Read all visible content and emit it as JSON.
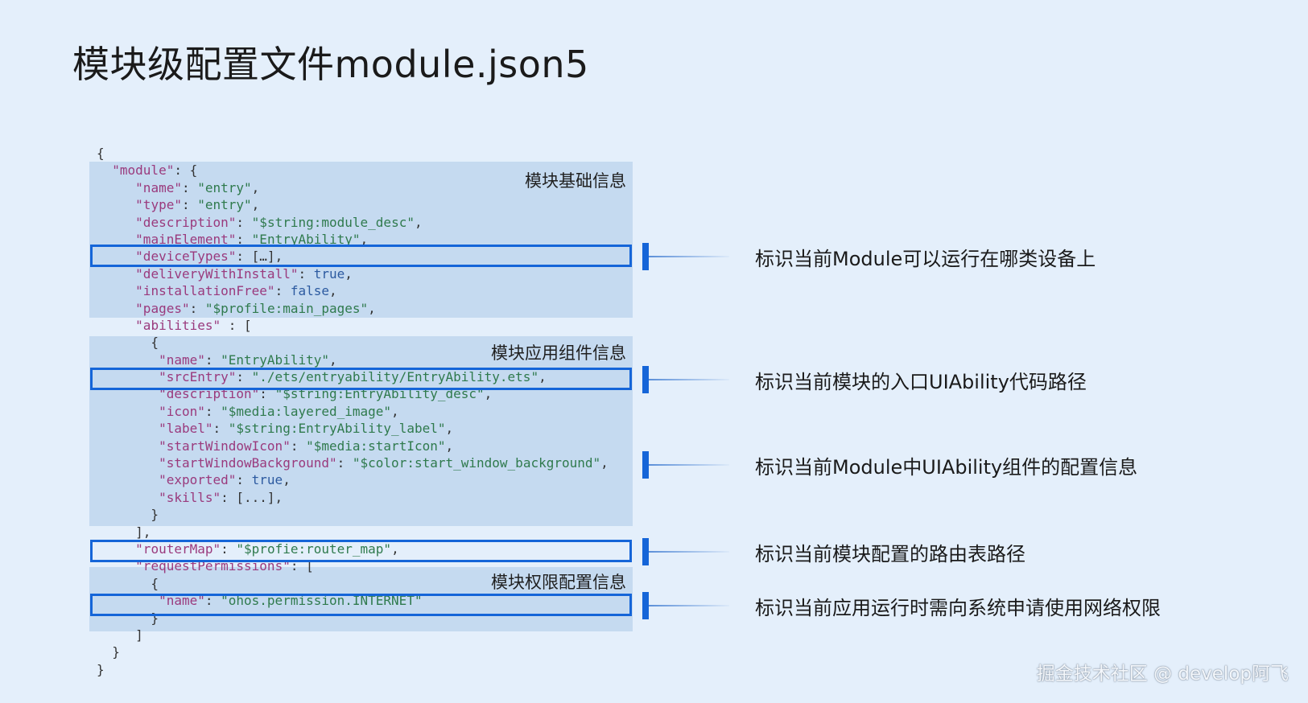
{
  "title": "模块级配置文件module.json5",
  "sections": [
    {
      "label": "模块基础信息"
    },
    {
      "label": "模块应用组件信息"
    },
    {
      "label": "模块权限配置信息"
    }
  ],
  "code_lines": [
    [
      {
        "t": "{",
        "c": "p"
      }
    ],
    [
      {
        "t": "  ",
        "c": "p"
      },
      {
        "t": "\"module\"",
        "c": "k"
      },
      {
        "t": ": {",
        "c": "p"
      }
    ],
    [
      {
        "t": "     ",
        "c": "p"
      },
      {
        "t": "\"name\"",
        "c": "k"
      },
      {
        "t": ": ",
        "c": "p"
      },
      {
        "t": "\"entry\"",
        "c": "s"
      },
      {
        "t": ",",
        "c": "p"
      }
    ],
    [
      {
        "t": "     ",
        "c": "p"
      },
      {
        "t": "\"type\"",
        "c": "k"
      },
      {
        "t": ": ",
        "c": "p"
      },
      {
        "t": "\"entry\"",
        "c": "s"
      },
      {
        "t": ",",
        "c": "p"
      }
    ],
    [
      {
        "t": "     ",
        "c": "p"
      },
      {
        "t": "\"description\"",
        "c": "k"
      },
      {
        "t": ": ",
        "c": "p"
      },
      {
        "t": "\"$string:module_desc\"",
        "c": "s"
      },
      {
        "t": ",",
        "c": "p"
      }
    ],
    [
      {
        "t": "     ",
        "c": "p"
      },
      {
        "t": "\"mainElement\"",
        "c": "k"
      },
      {
        "t": ": ",
        "c": "p"
      },
      {
        "t": "\"EntryAbility\"",
        "c": "s"
      },
      {
        "t": ",",
        "c": "p"
      }
    ],
    [
      {
        "t": "     ",
        "c": "p"
      },
      {
        "t": "\"deviceTypes\"",
        "c": "k"
      },
      {
        "t": ": […],",
        "c": "p"
      }
    ],
    [
      {
        "t": "     ",
        "c": "p"
      },
      {
        "t": "\"deliveryWithInstall\"",
        "c": "k"
      },
      {
        "t": ": ",
        "c": "p"
      },
      {
        "t": "true",
        "c": "b"
      },
      {
        "t": ",",
        "c": "p"
      }
    ],
    [
      {
        "t": "     ",
        "c": "p"
      },
      {
        "t": "\"installationFree\"",
        "c": "k"
      },
      {
        "t": ": ",
        "c": "p"
      },
      {
        "t": "false",
        "c": "b"
      },
      {
        "t": ",",
        "c": "p"
      }
    ],
    [
      {
        "t": "     ",
        "c": "p"
      },
      {
        "t": "\"pages\"",
        "c": "k"
      },
      {
        "t": ": ",
        "c": "p"
      },
      {
        "t": "\"$profile:main_pages\"",
        "c": "s"
      },
      {
        "t": ",",
        "c": "p"
      }
    ],
    [
      {
        "t": "     ",
        "c": "p"
      },
      {
        "t": "\"abilities\"",
        "c": "k"
      },
      {
        "t": " : [",
        "c": "p"
      }
    ],
    [
      {
        "t": "       {",
        "c": "p"
      }
    ],
    [
      {
        "t": "        ",
        "c": "p"
      },
      {
        "t": "\"name\"",
        "c": "k"
      },
      {
        "t": ": ",
        "c": "p"
      },
      {
        "t": "\"EntryAbility\"",
        "c": "s"
      },
      {
        "t": ",",
        "c": "p"
      }
    ],
    [
      {
        "t": "        ",
        "c": "p"
      },
      {
        "t": "\"srcEntry\"",
        "c": "k"
      },
      {
        "t": ": ",
        "c": "p"
      },
      {
        "t": "\"./ets/entryability/EntryAbility.ets\"",
        "c": "s"
      },
      {
        "t": ",",
        "c": "p"
      }
    ],
    [
      {
        "t": "        ",
        "c": "p"
      },
      {
        "t": "\"description\"",
        "c": "k"
      },
      {
        "t": ": ",
        "c": "p"
      },
      {
        "t": "\"$string:EntryAbility_desc\"",
        "c": "s"
      },
      {
        "t": ",",
        "c": "p"
      }
    ],
    [
      {
        "t": "        ",
        "c": "p"
      },
      {
        "t": "\"icon\"",
        "c": "k"
      },
      {
        "t": ": ",
        "c": "p"
      },
      {
        "t": "\"$media:layered_image\"",
        "c": "s"
      },
      {
        "t": ",",
        "c": "p"
      }
    ],
    [
      {
        "t": "        ",
        "c": "p"
      },
      {
        "t": "\"label\"",
        "c": "k"
      },
      {
        "t": ": ",
        "c": "p"
      },
      {
        "t": "\"$string:EntryAbility_label\"",
        "c": "s"
      },
      {
        "t": ",",
        "c": "p"
      }
    ],
    [
      {
        "t": "        ",
        "c": "p"
      },
      {
        "t": "\"startWindowIcon\"",
        "c": "k"
      },
      {
        "t": ": ",
        "c": "p"
      },
      {
        "t": "\"$media:startIcon\"",
        "c": "s"
      },
      {
        "t": ",",
        "c": "p"
      }
    ],
    [
      {
        "t": "        ",
        "c": "p"
      },
      {
        "t": "\"startWindowBackground\"",
        "c": "k"
      },
      {
        "t": ": ",
        "c": "p"
      },
      {
        "t": "\"$color:start_window_background\"",
        "c": "s"
      },
      {
        "t": ",",
        "c": "p"
      }
    ],
    [
      {
        "t": "        ",
        "c": "p"
      },
      {
        "t": "\"exported\"",
        "c": "k"
      },
      {
        "t": ": ",
        "c": "p"
      },
      {
        "t": "true",
        "c": "b"
      },
      {
        "t": ",",
        "c": "p"
      }
    ],
    [
      {
        "t": "        ",
        "c": "p"
      },
      {
        "t": "\"skills\"",
        "c": "k"
      },
      {
        "t": ": [...],",
        "c": "p"
      }
    ],
    [
      {
        "t": "       }",
        "c": "p"
      }
    ],
    [
      {
        "t": "     ],",
        "c": "p"
      }
    ],
    [
      {
        "t": "     ",
        "c": "p"
      },
      {
        "t": "\"routerMap\"",
        "c": "k"
      },
      {
        "t": ": ",
        "c": "p"
      },
      {
        "t": "\"$profie:router_map\"",
        "c": "s"
      },
      {
        "t": ",",
        "c": "p"
      }
    ],
    [
      {
        "t": "     ",
        "c": "p"
      },
      {
        "t": "\"requestPermissions\"",
        "c": "k"
      },
      {
        "t": ": [",
        "c": "p"
      }
    ],
    [
      {
        "t": "       {",
        "c": "p"
      }
    ],
    [
      {
        "t": "        ",
        "c": "p"
      },
      {
        "t": "\"name\"",
        "c": "k"
      },
      {
        "t": ": ",
        "c": "p"
      },
      {
        "t": "\"ohos.permission.INTERNET\"",
        "c": "s"
      }
    ],
    [
      {
        "t": "       }",
        "c": "p"
      }
    ],
    [
      {
        "t": "     ]",
        "c": "p"
      }
    ],
    [
      {
        "t": "  }",
        "c": "p"
      }
    ],
    [
      {
        "t": "}",
        "c": "p"
      }
    ]
  ],
  "annotations": [
    "标识当前Module可以运行在哪类设备上",
    "标识当前模块的入口UIAbility代码路径",
    "标识当前Module中UIAbility组件的配置信息",
    "标识当前模块配置的路由表路径",
    "标识当前应用运行时需向系统申请使用网络权限"
  ],
  "watermark": "掘金技术社区 @ develop阿飞",
  "colors": {
    "background": "#e4effb",
    "section_fill": "#c5daf0",
    "highlight_border": "#1565d8",
    "json_key": "#9a3a7d",
    "json_string": "#2f7a4d",
    "json_literal": "#2c5aa0"
  }
}
